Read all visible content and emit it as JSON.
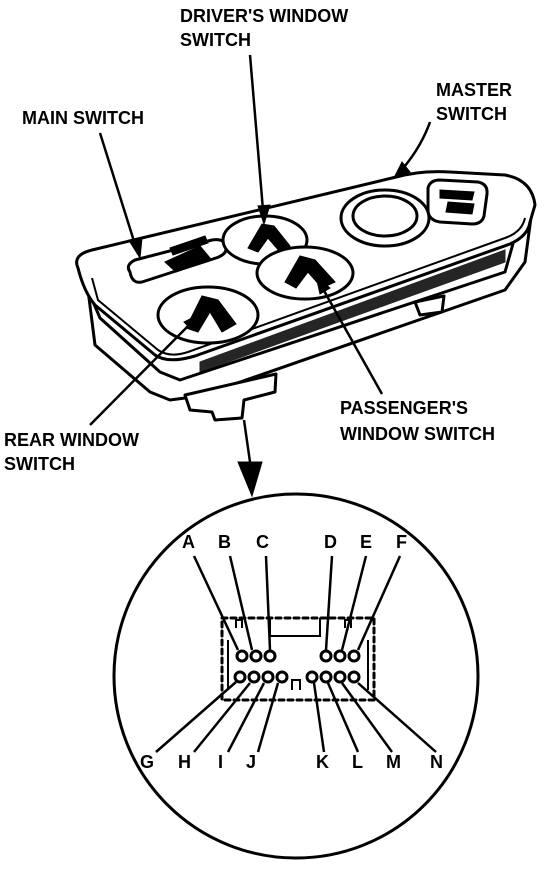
{
  "labels": {
    "drivers_window_switch": [
      "DRIVER'S WINDOW",
      "SWITCH"
    ],
    "main_switch": [
      "MAIN SWITCH"
    ],
    "master_switch": [
      "MASTER",
      "SWITCH"
    ],
    "passengers_window_switch": [
      "PASSENGER'S",
      "WINDOW SWITCH"
    ],
    "rear_window_switch": [
      "REAR WINDOW",
      "SWITCH"
    ]
  },
  "connector": {
    "top_pins": [
      "A",
      "B",
      "C",
      "D",
      "E",
      "F"
    ],
    "bottom_pins": [
      "G",
      "H",
      "I",
      "J",
      "K",
      "L",
      "M",
      "N"
    ]
  }
}
